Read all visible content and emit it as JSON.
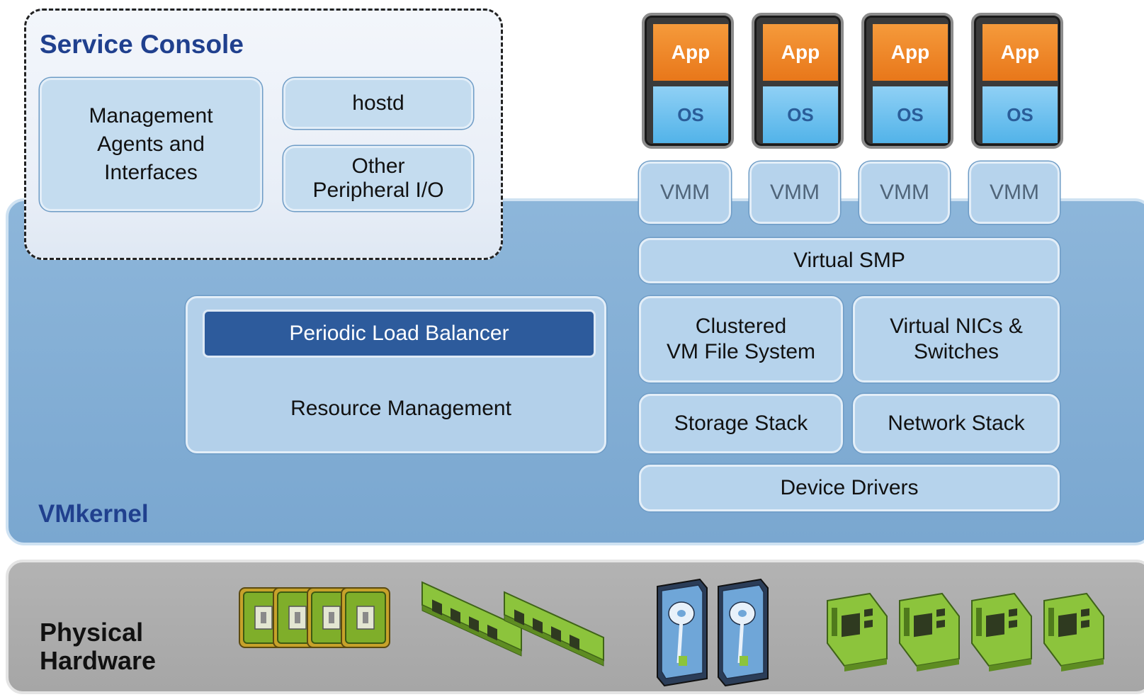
{
  "service_console": {
    "title": "Service Console",
    "management": [
      "Management",
      "Agents and",
      "Interfaces"
    ],
    "hostd": "hostd",
    "peripheral": [
      "Other",
      "Peripheral I/O"
    ]
  },
  "vms": [
    {
      "app": "App",
      "os": "OS"
    },
    {
      "app": "App",
      "os": "OS"
    },
    {
      "app": "App",
      "os": "OS"
    },
    {
      "app": "App",
      "os": "OS"
    }
  ],
  "vmm": [
    "VMM",
    "VMM",
    "VMM",
    "VMM"
  ],
  "vmkernel": {
    "label": "VMkernel",
    "periodic_load_balancer": "Periodic Load Balancer",
    "resource_management": "Resource Management",
    "virtual_smp": "Virtual SMP",
    "clustered_fs": [
      "Clustered",
      "VM File System"
    ],
    "virtual_nics": [
      "Virtual NICs &",
      "Switches"
    ],
    "storage_stack": "Storage Stack",
    "network_stack": "Network Stack",
    "device_drivers": "Device Drivers"
  },
  "hardware": {
    "label": [
      "Physical",
      "Hardware"
    ],
    "icons": [
      "cpu-chip-icon",
      "memory-module-icon",
      "hard-disk-icon",
      "network-card-icon"
    ]
  },
  "colors": {
    "vmkernel_band": "#7fabd3",
    "component_box": "#b6d3ec",
    "load_balancer": "#2d5b9c",
    "app": "#f08a2c",
    "os": "#5ab6ea",
    "title_blue": "#20408e",
    "hardware_band": "#ababab"
  }
}
